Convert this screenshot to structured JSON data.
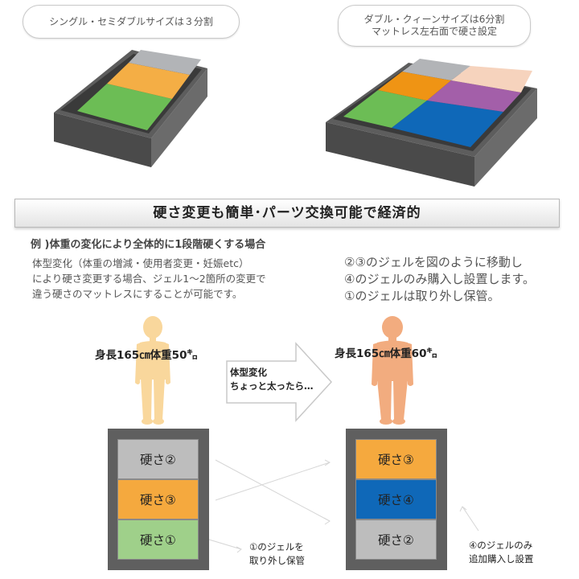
{
  "top_left_pill": "シングル・セミダブルサイズは３分割",
  "top_right_pill": [
    "ダブル・クィーンサイズは6分割",
    "マットレス左右面で硬さ設定"
  ],
  "banner_title": "硬さ変更も簡単･パーツ交換可能で経済的",
  "example_heading": "例 )体重の変化により全体的に1段階硬くする場合",
  "example_desc": [
    "体型変化（体重の増減・使用者変更・妊娠etc）",
    "により硬さ変更する場合、ジェル1〜2箇所の変更で",
    "違う硬さのマットレスにすることが可能です。"
  ],
  "right_instructions": [
    "②③のジェルを図のように移動し",
    "④のジェルのみ購入し設置します。",
    "①のジェルは取り外し保管。"
  ],
  "left_person_stat": "身長165㎝体重50㌔",
  "right_person_stat": "身長165㎝体重60㌔",
  "transition_label": [
    "体型変化",
    "ちょっと太ったら…"
  ],
  "left_mattress_cells": [
    {
      "label": "硬さ②",
      "color": "#bdbdbd"
    },
    {
      "label": "硬さ③",
      "color": "#f5a93e"
    },
    {
      "label": "硬さ①",
      "color": "#9fd08a"
    }
  ],
  "right_mattress_cells": [
    {
      "label": "硬さ③",
      "color": "#f5a93e"
    },
    {
      "label": "硬さ④",
      "color": "#0f68b8"
    },
    {
      "label": "硬さ②",
      "color": "#bdbdbd"
    }
  ],
  "note_remove": [
    "①のジェルを",
    "取り外し保管"
  ],
  "note_add": [
    "④のジェルのみ",
    "追加購入し設置"
  ],
  "colors": {
    "gray_gel": "#b2b4b7",
    "orange_gel": "#f4ae45",
    "green_gel": "#6cbd55",
    "dark_orange_gel": "#ef9414",
    "peach_gel": "#f6d3bd",
    "purple_gel": "#a35fa9",
    "blue_gel": "#0f68b8",
    "person_left": "#f9d79c",
    "person_right": "#f2ac7f"
  }
}
